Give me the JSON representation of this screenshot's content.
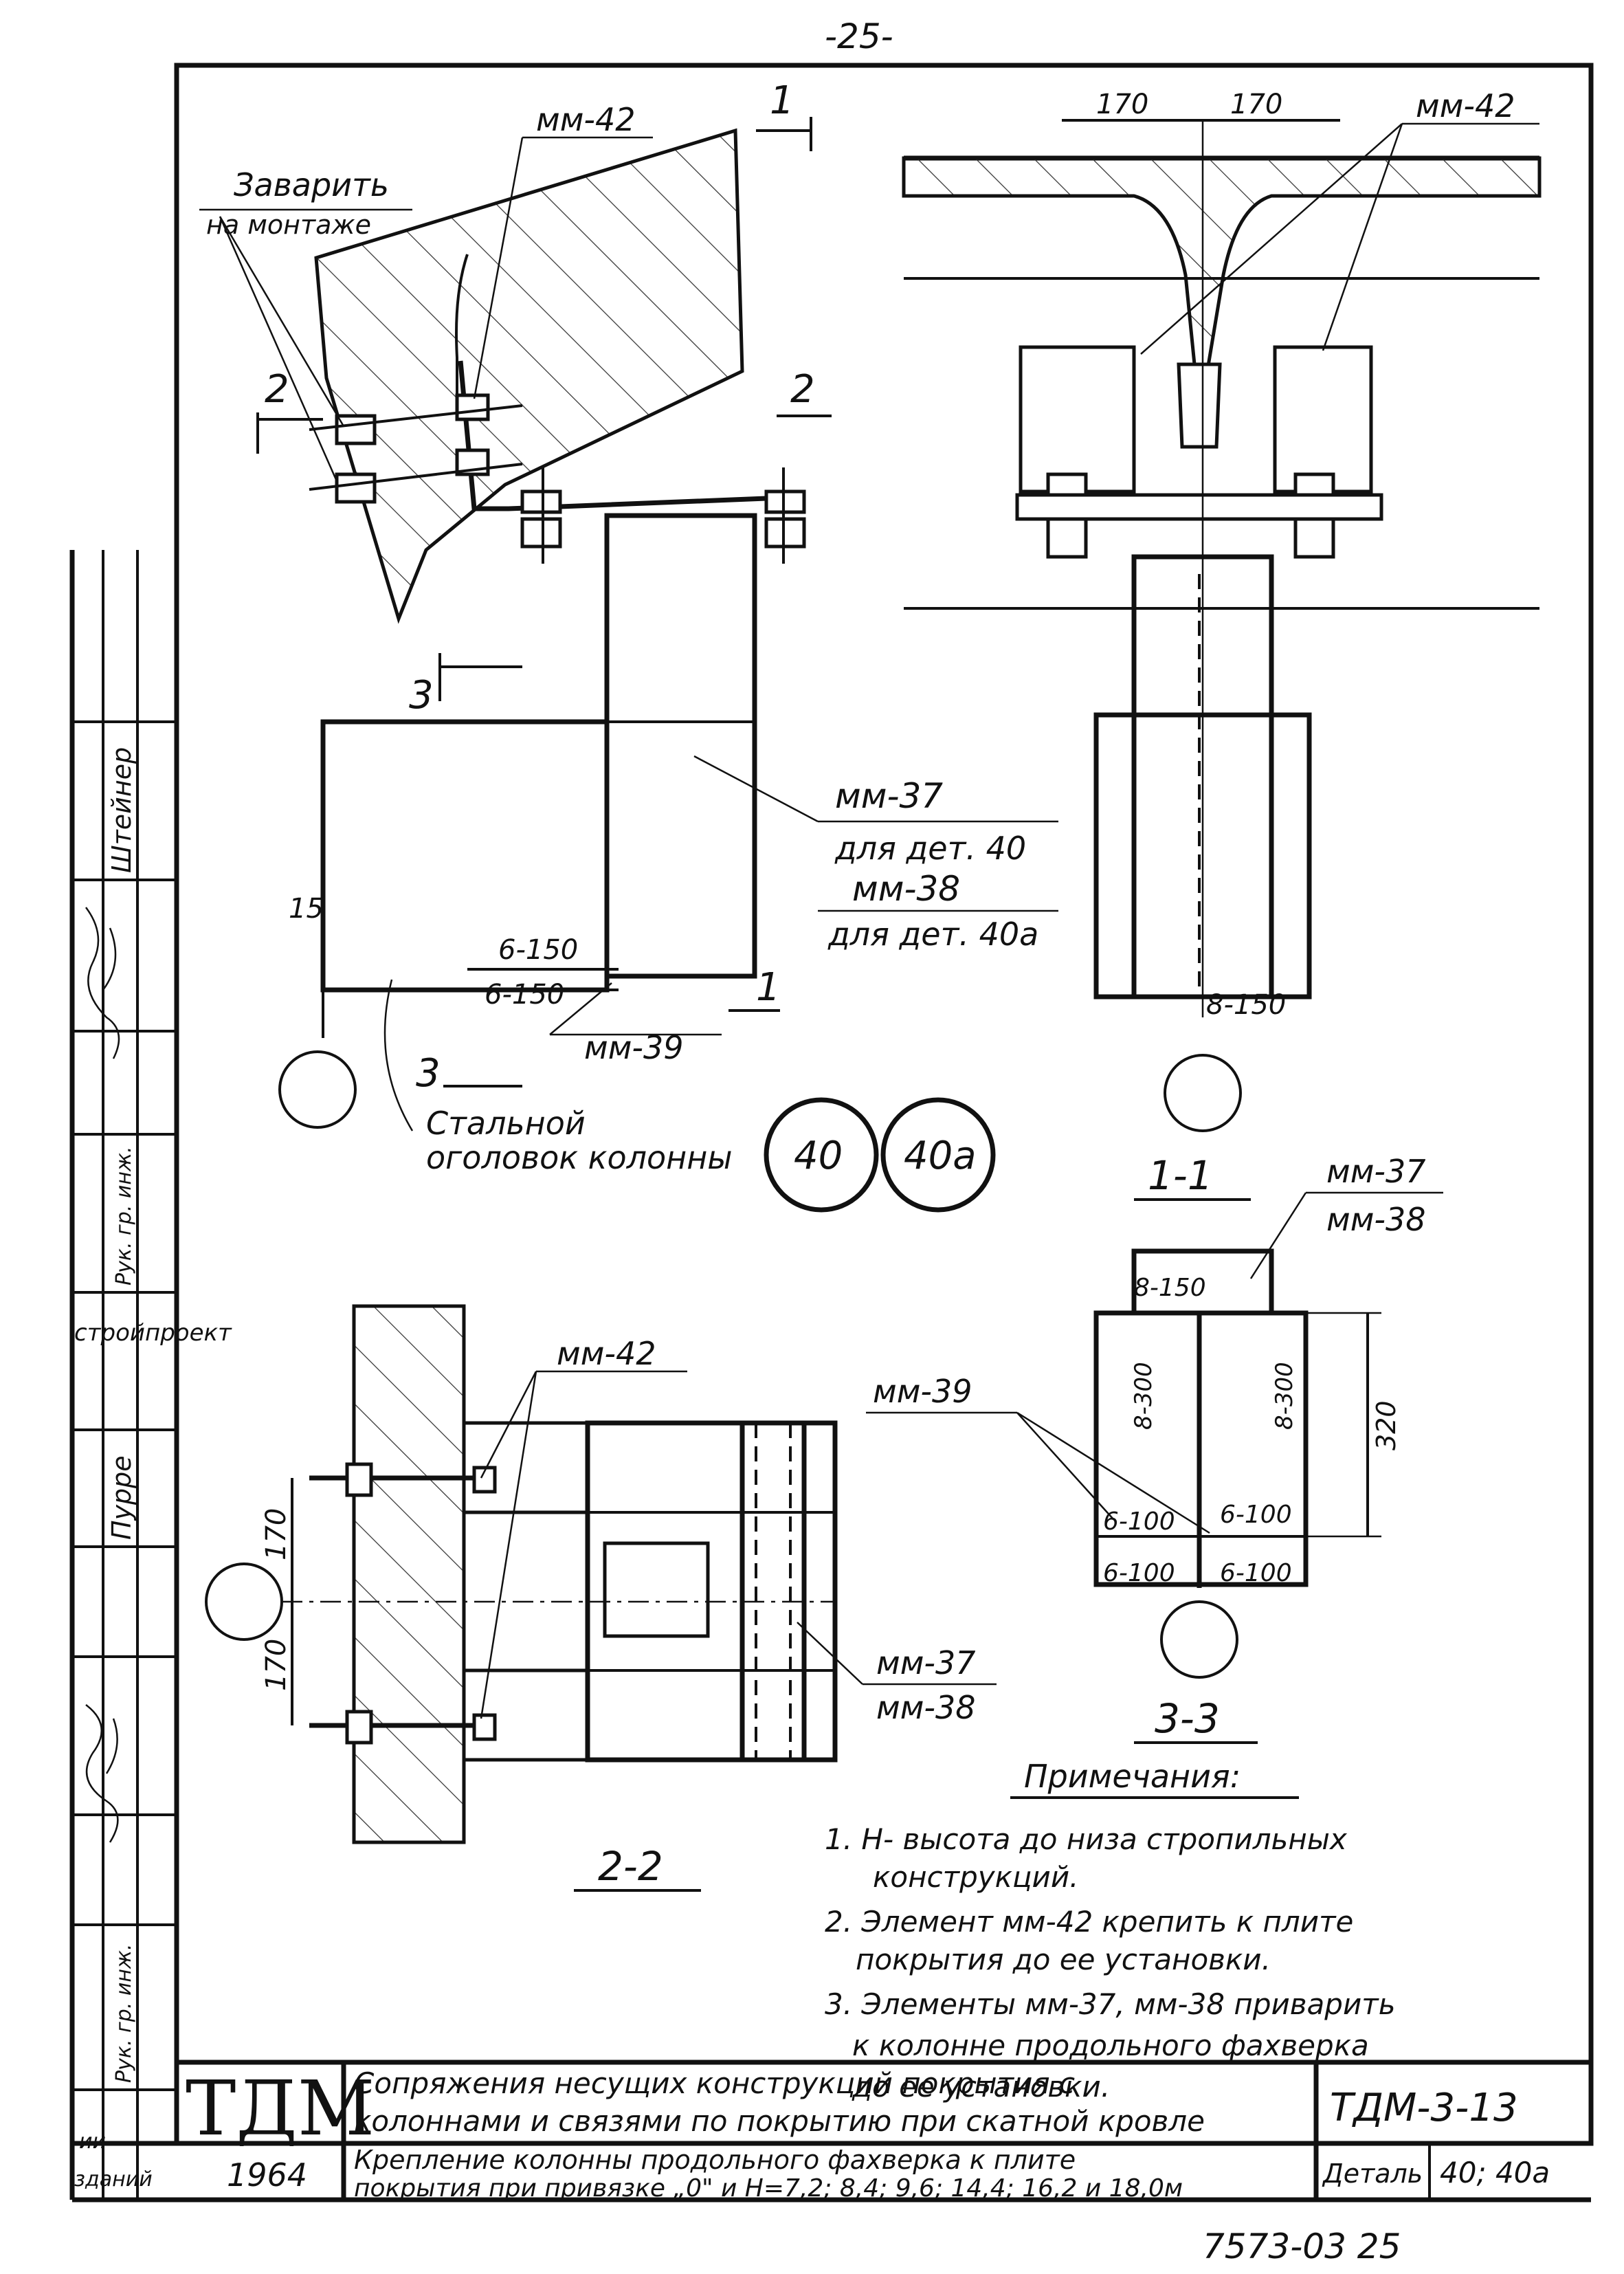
{
  "page_number": "-25-",
  "footer_code": "7573-03   25",
  "detail_markers": [
    "40",
    "40a"
  ],
  "sections": {
    "s11": "1-1",
    "s22": "2-2",
    "s33": "3-3",
    "cut1": "1",
    "cut2": "2",
    "cut3": "3"
  },
  "labels": {
    "weld_onsite_1": "Заварить",
    "weld_onsite_2": "на монтаже",
    "mm42_a": "мм-42",
    "mm42_b": "мм-42",
    "mm42_c": "мм-42",
    "mm37_a": "мм-37",
    "for_det40": "для дет. 40",
    "mm38_a": "мм-38",
    "for_det40a": "для дет. 40а",
    "mm39_a": "мм-39",
    "mm39_b": "мм-39",
    "steel_head_1": "Стальной",
    "steel_head_2": "оголовок колонны",
    "mm37_b": "мм-37",
    "mm38_b": "мм-38",
    "mm37_c": "мм-37",
    "mm38_c": "мм-38"
  },
  "dimensions": {
    "d170a": "170",
    "d170b": "170",
    "d170c": "170",
    "d170d": "170",
    "d15": "15",
    "d320": "320",
    "w6_150a": "6-150",
    "w6_150b": "6-150",
    "w8_150a": "8-150",
    "w8_150b": "8-150",
    "w8_300a": "8-300",
    "w8_300b": "8-300",
    "w6_100a": "6-100",
    "w6_100b": "6-100",
    "w6_100c": "6-100",
    "w6_100d": "6-100"
  },
  "notes": {
    "heading": "Примечания:",
    "items": [
      "1. Н- высота до низа стропильных",
      "конструкций.",
      "2. Элемент мм-42 крепить к плите",
      "покрытия до ее установки.",
      "3. Элементы мм-37, мм-38 приварить",
      "к колонне продольного фахверка",
      "до ее установки."
    ]
  },
  "side_stamp": [
    "Штейнер",
    "Пурре",
    "Рук. гр. инж.",
    "Рук. гр. инж.",
    "стройпроект",
    "зданий",
    "ии"
  ],
  "title_block": {
    "logo": "ТДМ",
    "year": "1964",
    "title_line1": "Сопряжения несущих конструкций покрытия с",
    "title_line2": "колоннами и связями по покрытию при скатной кровле",
    "subtitle_line1": "Крепление колонны продольного фахверка к плите",
    "subtitle_line2": "покрытия при привязке „0\" и Н=7,2; 8,4; 9,6; 14,4; 16,2 и 18,0м",
    "code": "ТДМ-3-13",
    "detail_label": "Деталь",
    "detail_value": "40; 40а"
  }
}
